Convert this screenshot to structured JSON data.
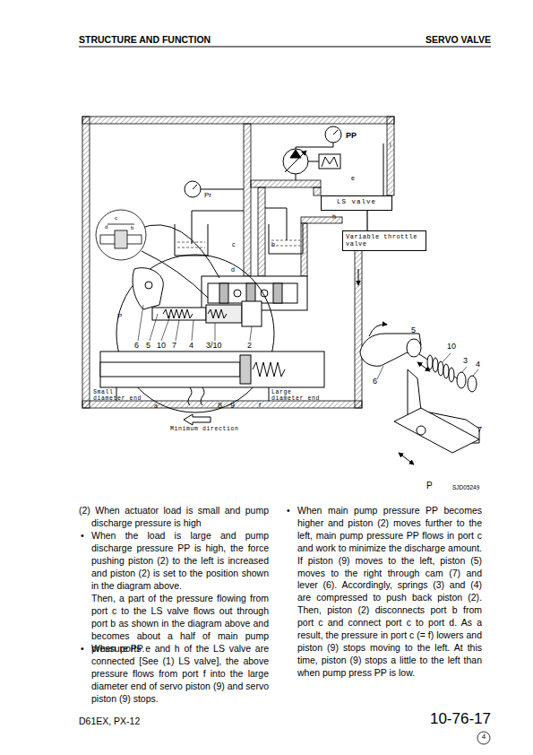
{
  "diagram": {
    "nodes": [
      {
        "text": [
          "LS valve"
        ]
      },
      {
        "text": [
          "Variable throttle valve"
        ]
      }
    ],
    "edges": [
      {
        "from": 0,
        "to": 1,
        "arrow": "none"
      }
    ],
    "labels": [
      "STRUCTURE AND FUNCTION",
      "SERVO VALVE",
      "PP",
      "i",
      "e",
      "h",
      "Pr",
      "c",
      "d",
      "b",
      "c",
      "b",
      "d",
      "P",
      "6",
      "5",
      "10",
      "7",
      "4",
      "3/10",
      "2",
      "Small diameter end",
      "a",
      "8",
      "9",
      "f",
      "Large diameter end",
      "Minimum direction",
      "5",
      "10",
      "3",
      "4",
      "6",
      "7",
      "P",
      "SJD05249",
      "(2) When actuator load is small and pump discharge pressure is high",
      "•",
      "When the load is large and pump discharge pressure PP is high, the force pushing piston (2) to the left is increased and piston (2) is set to the position shown in the diagram above.",
      "Then, a part of the pressure flowing from port c to the LS valve flows out through port b as shown in the diagram above and becomes about a half of main pump pressure PP.",
      "•",
      "When ports e and h of the LS valve are connected [See (1) LS valve], the above pressure flows from port f into the large diameter end of servo piston (9) and servo piston (9) stops.",
      "•",
      "When main pump pressure PP becomes higher and piston (2) moves further to the left, main pump pressure PP flows in port c and work to minimize the discharge amount. If piston (9) moves to the left, piston (5) moves to the right through cam (7) and lever (6). Accordingly, springs (3) and (4) are compressed to push back piston (2). Then, piston (2) disconnects port b from port c and connect port c to port d. As a result, the pressure in port c (= f) lowers and piston (9) stops moving to the left. At this time, piston (9) stops a little to the left than when pump press PP is low.",
      "D61EX, PX-12",
      "10-76-17",
      "4"
    ]
  }
}
